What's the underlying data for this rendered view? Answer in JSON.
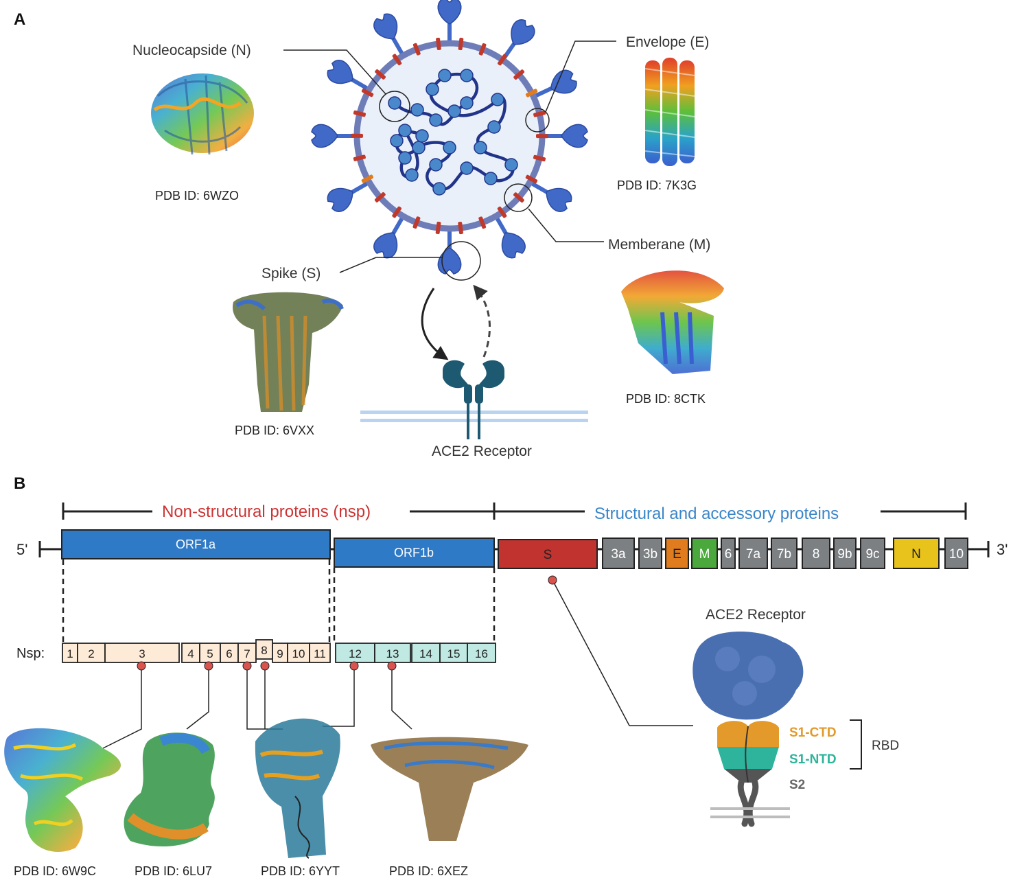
{
  "panelA": {
    "label": "A",
    "nucleocapside": {
      "label": "Nucleocapside (N)",
      "pdb": "PDB ID:  6WZO"
    },
    "envelope": {
      "label": "Envelope (E)",
      "pdb": "PDB ID:  7K3G"
    },
    "membrane": {
      "label": "Memberane (M)",
      "pdb": "PDB ID:  8CTK"
    },
    "spike": {
      "label": "Spike (S)",
      "pdb": "PDB ID:  6VXX"
    },
    "receptor_label": "ACE2 Receptor"
  },
  "panelB": {
    "label": "B",
    "nsp_header": "Non-structural proteins (nsp)",
    "structural_header": "Structural and accessory proteins",
    "five_prime": "5'",
    "three_prime": "3'",
    "orf1a": "ORF1a",
    "orf1b": "ORF1b",
    "genes": [
      {
        "label": "S",
        "color": "#c0332f"
      },
      {
        "label": "3a",
        "color": "#7d8083"
      },
      {
        "label": "3b",
        "color": "#7d8083"
      },
      {
        "label": "E",
        "color": "#e07b1e"
      },
      {
        "label": "M",
        "color": "#4aa83c"
      },
      {
        "label": "6",
        "color": "#7d8083"
      },
      {
        "label": "7a",
        "color": "#7d8083"
      },
      {
        "label": "7b",
        "color": "#7d8083"
      },
      {
        "label": "8",
        "color": "#7d8083"
      },
      {
        "label": "9b",
        "color": "#7d8083"
      },
      {
        "label": "9c",
        "color": "#7d8083"
      },
      {
        "label": "N",
        "color": "#e8c31c"
      },
      {
        "label": "10",
        "color": "#7d8083"
      }
    ],
    "nsp_prefix": "Nsp:",
    "nsp_items": [
      "1",
      "2",
      "3",
      "4",
      "5",
      "6",
      "7",
      "8",
      "9",
      "10",
      "11",
      "12",
      "13",
      "14",
      "15",
      "16"
    ],
    "pdb_6w9c": "PDB ID:  6W9C",
    "pdb_6lu7": "PDB ID:  6LU7",
    "pdb_6yyt": "PDB ID:  6YYT",
    "pdb_6xez": "PDB ID:  6XEZ",
    "ace2_title": "ACE2 Receptor",
    "s1_ctd": "S1-CTD",
    "s1_ntd": "S1-NTD",
    "s2": "S2",
    "rbd": "RBD"
  },
  "colors": {
    "orf_blue": "#2f7ac6",
    "nsp_header_red": "#cc3333",
    "structural_header_blue": "#3a86c8",
    "nsp_orf1a_fill": "#fdebd8",
    "nsp_orf1b_fill": "#bfe9e2",
    "virion_membrane": "#6e7db8",
    "virion_interior": "#e9f0fa",
    "spike_blue": "#4169c7",
    "receptor_teal": "#1d5a72",
    "s1_ctd": "#e39a2a",
    "s1_ntd": "#2eb49c"
  }
}
